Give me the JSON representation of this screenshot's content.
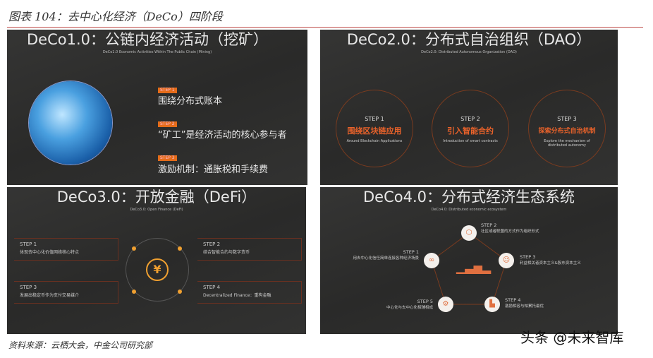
{
  "figure_title": "图表 104：去中心化经济（DeCo）四阶段",
  "source": "资料来源：云栖大会，中金公司研究部",
  "watermark": "头条 @未来智库",
  "panels": {
    "deco1": {
      "title": "DeCo1.0：公链内经济活动（挖矿）",
      "subtitle": "DeCo1.0 Economic Activities Within The Public Chain (Mining)",
      "steps": [
        {
          "badge": "STEP 1",
          "text": "围绕分布式账本"
        },
        {
          "badge": "STEP 2",
          "text": "“矿工”是经济活动的核心参与者"
        },
        {
          "badge": "STEP 3",
          "text": "激励机制：通胀税和手续费"
        }
      ]
    },
    "deco2": {
      "title": "DeCo2.0：分布式自治组织（DAO）",
      "subtitle": "DeCo2.0: Distributed Autonomous Organization (DAO)",
      "steps": [
        {
          "step": "STEP 1",
          "cn": "围绕区块链应用",
          "en": "Around Blockchain Applications"
        },
        {
          "step": "STEP 2",
          "cn": "引入智能合约",
          "en": "Introduction of smart contracts"
        },
        {
          "step": "STEP 3",
          "cn": "探索分布式自治机制",
          "en": "Explore the mechanism of distributed autonomy"
        }
      ]
    },
    "deco3": {
      "title": "DeCo3.0：开放金融（DeFi）",
      "subtitle": "DeCo3.0: Open Finance (DeFi)",
      "center_icon": "yen-exchange-icon",
      "steps": [
        {
          "step": "STEP 1",
          "text": "体现去中心化价值网络核心特点"
        },
        {
          "step": "STEP 2",
          "text": "结合智能合约与数字货币"
        },
        {
          "step": "STEP 3",
          "text": "发展出稳定币作为支付交易媒介"
        },
        {
          "step": "STEP 4",
          "text": "Decentralized Finance：重构金融"
        }
      ]
    },
    "deco4": {
      "title": "DeCo4.0：分布式经济生态系统",
      "subtitle": "DeCo4.0: Distributed economic ecosystem",
      "steps": [
        {
          "step": "STEP 1",
          "text": "用去中心化信任简单连接各种经济场景"
        },
        {
          "step": "STEP 2",
          "text": "社区或者联盟的方式作为组织形式"
        },
        {
          "step": "STEP 3",
          "text": "利益相关者资本主义&股东资本主义"
        },
        {
          "step": "STEP 4",
          "text": "激励相容与帕累托最优"
        },
        {
          "step": "STEP 5",
          "text": "中心化与去中心化相辅相成"
        }
      ]
    }
  },
  "colors": {
    "accent": "#e46c1a",
    "panel_bg": "#2e2e2d",
    "rule": "#c0504d"
  }
}
